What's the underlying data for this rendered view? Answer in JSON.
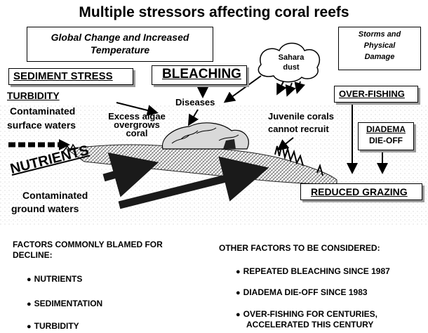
{
  "title": "Multiple stressors affecting coral reefs",
  "boxes": {
    "global_change_line1": "Global Change and Increased",
    "global_change_line2": "Temperature",
    "storms_line1": "Storms and",
    "storms_line2": "Physical",
    "storms_line3": "Damage",
    "sediment_stress": "SEDIMENT STRESS",
    "bleaching": "BLEACHING",
    "over_fishing": "OVER-FISHING",
    "diadema_line1": "DIADEMA",
    "diadema_line2": "DIE-OFF",
    "reduced_grazing": "REDUCED GRAZING",
    "sahara_line1": "Sahara",
    "sahara_line2": "dust"
  },
  "labels": {
    "turbidity": "TURBIDITY",
    "contaminated_surface_line1": "Contaminated",
    "contaminated_surface_line2": "surface waters",
    "diseases": "Diseases",
    "excess_algae_line1": "Excess algae",
    "excess_algae_line2": "overgrows",
    "excess_algae_line3": "coral",
    "juvenile_line1": "Juvenile corals",
    "juvenile_line2": "cannot recruit",
    "nutrients": "NUTRIENTS",
    "contaminated_ground_line1": "Contaminated",
    "contaminated_ground_line2": "ground waters"
  },
  "factors_blamed": {
    "heading_line1": "FACTORS COMMONLY BLAMED FOR",
    "heading_line2": "DECLINE:",
    "items": [
      "NUTRIENTS",
      "SEDIMENTATION",
      "TURBIDITY"
    ]
  },
  "other_factors": {
    "heading": "OTHER FACTORS TO BE CONSIDERED:",
    "item1": "REPEATED BLEACHING SINCE 1987",
    "item2": "DIADEMA DIE-OFF SINCE 1983",
    "item3_line1": "OVER-FISHING FOR CENTURIES,",
    "item3_line2": "ACCELERATED THIS CENTURY"
  }
}
